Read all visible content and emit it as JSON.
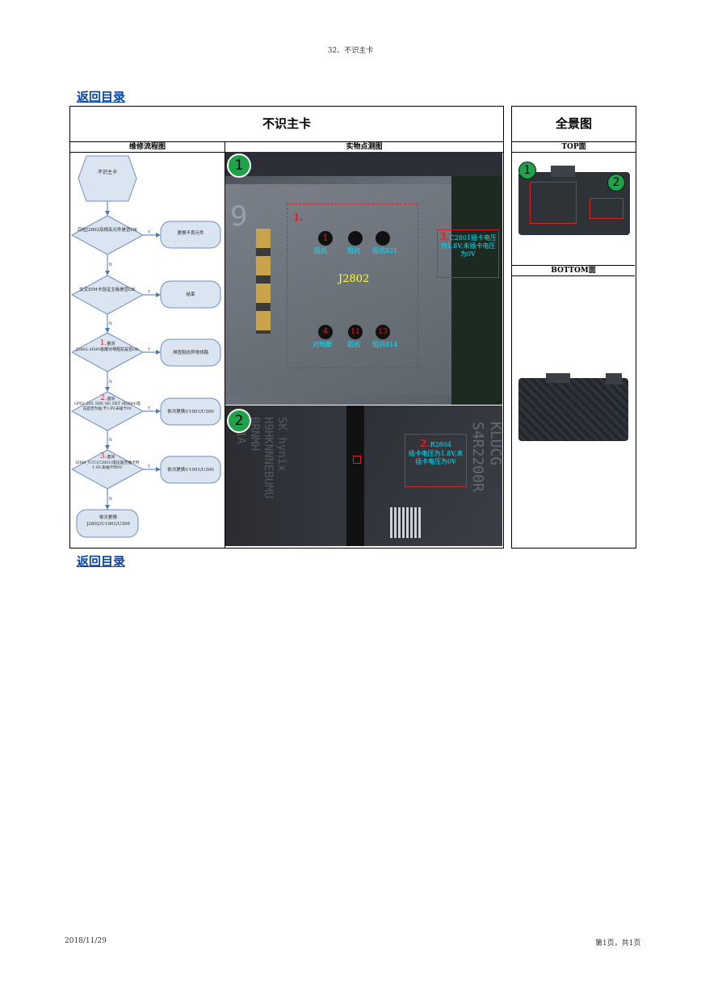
{
  "page_header": "32、不识主卡",
  "nav": {
    "back_link": "返回目录"
  },
  "main_table": {
    "title": "不识主卡",
    "overview_title": "全景图",
    "col_flow": "维修流程图",
    "col_points": "实物点测图",
    "top_label": "TOP面",
    "bottom_label": "BOTTOM面"
  },
  "flow": {
    "start": "不识主卡",
    "step1": "目检J2802及相关元件是否OK",
    "step1_action": "更换不良元件",
    "step2": "交叉SIM卡验证主板是否OK",
    "step2_action": "结束",
    "step3_num": "1.",
    "step3_pre": "量测",
    "step3": "J2802 SIM0各脚对地阻抗是否OK",
    "step3_action": "排查阻抗异常线路",
    "step4_num": "2.",
    "step4_pre": "量测",
    "step4": "GPIO_203_SIM_SD_DET (R2804)电压是否为插,卡1.8V,未插卡0V",
    "step4_action": "依次更换U1001/U300",
    "step5_num": "3.",
    "step5_pre": "量测",
    "step5": "SIM0_VCC(C2801)电压是否插卡时1.8V,未插卡时0V",
    "step5_action": "依次更换U1001/U300",
    "end": "依次更换J2802/U1001/U300",
    "yes": "Y",
    "no": "N"
  },
  "photo1": {
    "badge": "1",
    "digit": "9",
    "box_num": "1.",
    "connector": "J2802",
    "pin_num": "1",
    "pins_top": [
      "阻抗",
      "阻抗",
      "阻抗821"
    ],
    "pins_bottom": [
      "对地脚",
      "阻抗",
      "阻抗814"
    ],
    "pins_bottom_nums": [
      "4",
      "11",
      "13"
    ],
    "note_num": "3.",
    "note": "C2801插卡电压为1.8V,未插卡电压为0V"
  },
  "photo2": {
    "badge": "2",
    "note_num": "2.",
    "note_ref": "R2804",
    "note": "插卡电压为1.8V,未插卡电压为0V",
    "chip_text_left": [
      "SK hynix",
      "H9HKNNNEBUMU",
      "BRNMH",
      "641A"
    ],
    "chip_text_right": [
      "KLUCG",
      "S4R2200R"
    ]
  },
  "overview": {
    "badge1": "1",
    "badge2": "2"
  },
  "footer": {
    "date": "2018/11/29",
    "page": "第1页，共1页"
  },
  "colors": {
    "flow_fill": "#dbe5f1",
    "flow_stroke": "#6f8fbf",
    "arrow": "#4a7ab8",
    "badge": "#1ea34a",
    "red": "#e02020",
    "cyan": "#00e5ff",
    "yellow": "#ffff33"
  }
}
